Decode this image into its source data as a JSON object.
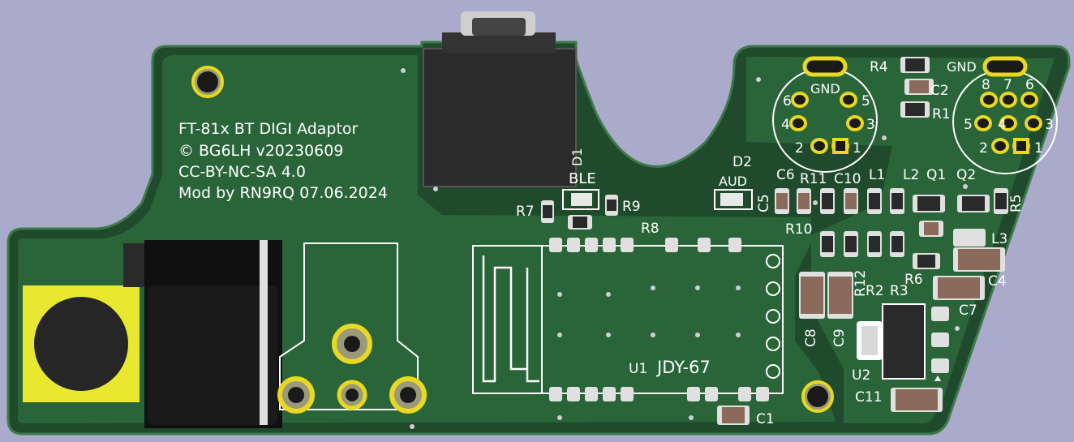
{
  "colors": {
    "background": "#aaaacb",
    "board": "#1f4a2b",
    "copper_fill": "#2d6a3c",
    "silkscreen": "#ffffff",
    "pad": "#cccccc",
    "pad_gold": "#e8d820",
    "body": "#2a2a2a"
  },
  "board_text": {
    "line1": "FT-81x BT DIGI Adaptor",
    "line2": "© BG6LH v20230609",
    "line3": "CC-BY-NC-SA 4.0",
    "line4": "Mod by RN9RQ 07.06.2024"
  },
  "connector_left": {
    "gnd": "GND",
    "pins": [
      "6",
      "5",
      "4",
      "3",
      "2",
      "1"
    ]
  },
  "connector_right": {
    "gnd": "GND",
    "pins": [
      "8",
      "7",
      "6",
      "5",
      "4",
      "3",
      "2",
      "1"
    ]
  },
  "designators": {
    "D1": "D1",
    "BLE": "BLE",
    "D2": "D2",
    "AUD": "AUD",
    "R1": "R1",
    "R2": "R2",
    "R3": "R3",
    "R4": "R4",
    "R5": "R5",
    "R6": "R6",
    "R7": "R7",
    "R8": "R8",
    "R9": "R9",
    "R10": "R10",
    "R11": "R11",
    "R12": "R12",
    "C1": "C1",
    "C2": "C2",
    "C4": "C4",
    "C5": "C5",
    "C6": "C6",
    "C7": "C7",
    "C8": "C8",
    "C9": "C9",
    "C10": "C10",
    "C11": "C11",
    "L1": "L1",
    "L2": "L2",
    "L3": "L3",
    "Q1": "Q1",
    "Q2": "Q2",
    "U1": "U1",
    "U2": "U2",
    "module": "JDY-67"
  }
}
